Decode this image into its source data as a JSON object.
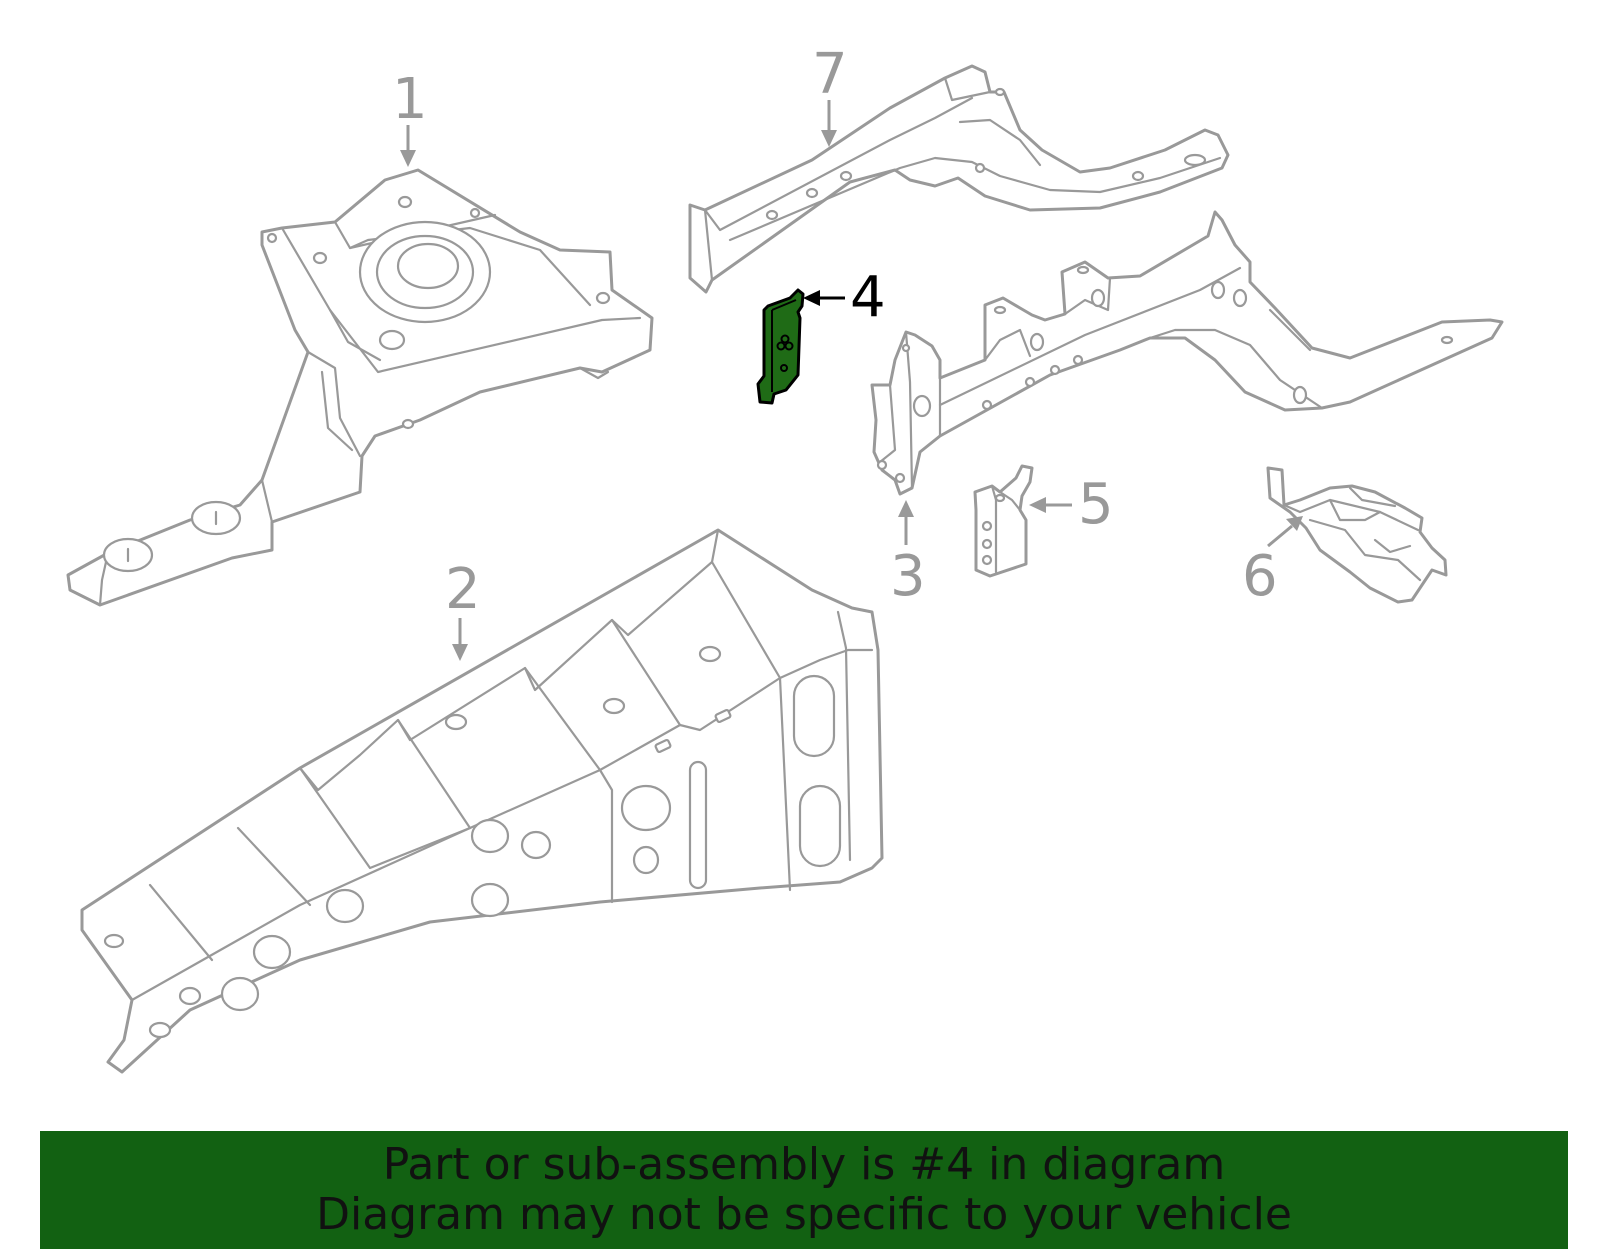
{
  "colors": {
    "line": "#999999",
    "highlight_fill": "#1f6b16",
    "highlight_stroke": "#000000",
    "banner_bg": "#126112",
    "banner_text": "#111111"
  },
  "callouts": [
    {
      "id": "1",
      "label": "1"
    },
    {
      "id": "2",
      "label": "2"
    },
    {
      "id": "3",
      "label": "3"
    },
    {
      "id": "4",
      "label": "4",
      "highlighted": true
    },
    {
      "id": "5",
      "label": "5"
    },
    {
      "id": "6",
      "label": "6"
    },
    {
      "id": "7",
      "label": "7"
    }
  ],
  "banner": {
    "line1": "Part or sub-assembly is #4 in diagram",
    "line2": "Diagram may not be specific to your vehicle"
  }
}
